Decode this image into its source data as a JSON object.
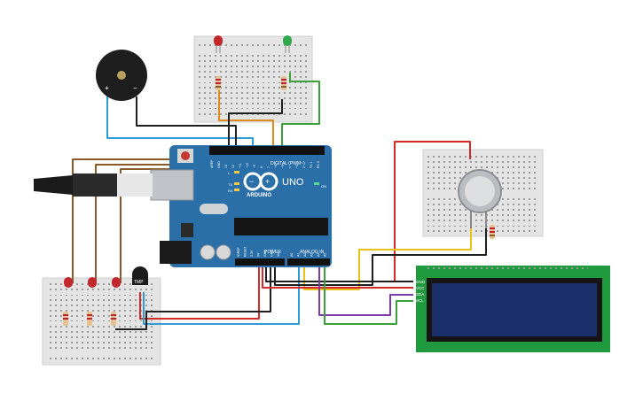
{
  "arduino": {
    "brand": "ARDUINO",
    "model": "UNO",
    "digital_header": "DIGITAL (PWM~)",
    "power_header": "POWER",
    "analog_header": "ANALOG IN",
    "on_label": "ON",
    "led_l": "L",
    "led_tx": "TX",
    "led_rx": "RX",
    "digital_pins": [
      "AREF",
      "GND",
      "13",
      "12",
      "~11",
      "~10",
      "~9",
      "8",
      "7",
      "~6",
      "~5",
      "4",
      "~3",
      "2",
      "TX 1",
      "RX 0"
    ],
    "power_pins": [
      "IOREF",
      "RESET",
      "3.3V",
      "5V",
      "GND",
      "GND",
      "Vin"
    ],
    "analog_pins": [
      "A0",
      "A1",
      "A2",
      "A3",
      "A4",
      "A5"
    ]
  },
  "lcd": {
    "pins": [
      "GND",
      "VCC",
      "SDA",
      "SCL"
    ]
  },
  "temp_sensor": {
    "label": "TMP"
  },
  "buzzer": {
    "plus": "+",
    "minus": "−"
  },
  "colors": {
    "board": "#2a6fa8",
    "breadboard": "#e4e4e4",
    "wire_black": "#1f1f1f",
    "wire_red": "#d42a2a",
    "wire_blue": "#2f9bd6",
    "wire_green": "#3aa13a",
    "wire_orange": "#e08a1c",
    "wire_yellow": "#e8c21a",
    "wire_purple": "#7b3aa8",
    "wire_brown": "#8b5a2b",
    "lcd_green": "#1f9a3e",
    "lcd_screen": "#1b2f6b"
  }
}
